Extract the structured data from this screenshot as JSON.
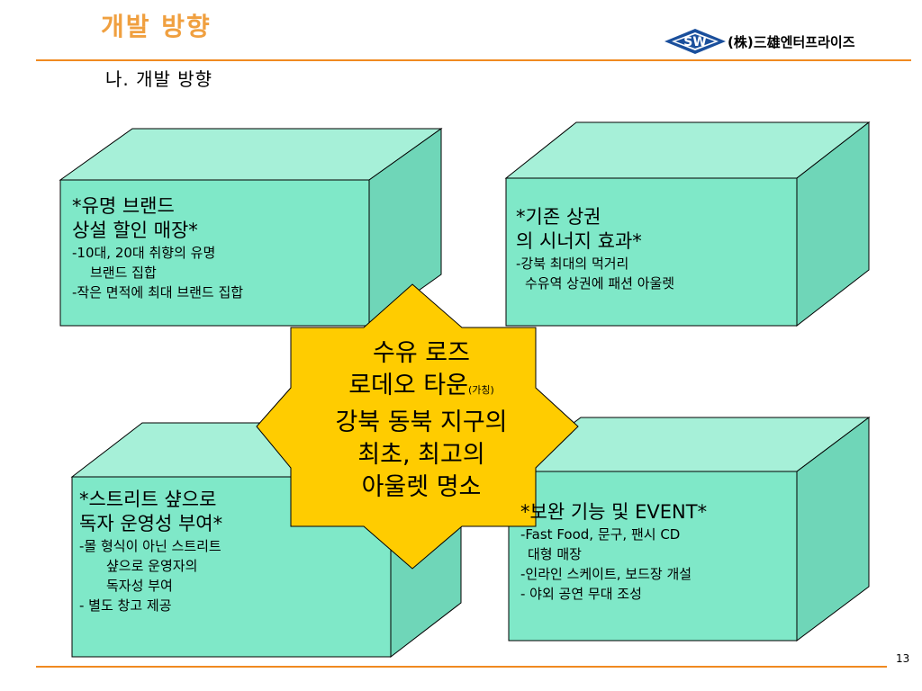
{
  "slide": {
    "title": "개발 방향",
    "subtitle": "나.  개발 방향",
    "page_number": "13",
    "logo": {
      "mark": "SW",
      "company": "(株)三雄엔터프라이즈",
      "accent": "#1a4f9c"
    }
  },
  "colors": {
    "box_front": "#7fe8c8",
    "box_top": "#a6f0d8",
    "box_side": "#6fd6b8",
    "star": "#ffcc00",
    "rule": "#f08a20",
    "title": "#f0a040"
  },
  "boxes": [
    {
      "id": "top-left",
      "lines": [
        "*유명 브랜드",
        "상설 할인 매장*",
        "-10대, 20대 취향의 유명",
        "브랜드 집합",
        "-작은 면적에 최대 브랜드 집합"
      ]
    },
    {
      "id": "top-right",
      "lines": [
        "*기존 상권",
        "의 시너지 효과*",
        "-강북 최대의 먹거리",
        "수유역 상권에 패션 아울렛"
      ]
    },
    {
      "id": "bottom-left",
      "lines": [
        "*스트리트 샾으로",
        "독자 운영성 부여*",
        "-몰 형식이 아닌 스트리트",
        "샾으로 운영자의",
        "독자성 부여",
        "- 별도 창고 제공"
      ]
    },
    {
      "id": "bottom-right",
      "lines": [
        "*보완 기능 및 EVENT*",
        "-Fast Food, 문구, 팬시 CD",
        "대형 매장",
        "-인라인 스케이트, 보드장 개설",
        "- 야외 공연 무대 조성"
      ]
    }
  ],
  "center": {
    "line1": "수유 로즈",
    "line2": "로데오 타운",
    "line2_note": "(가칭)",
    "line3": "강북 동북 지구의",
    "line4": "최초, 최고의",
    "line5": "아울렛 명소"
  }
}
